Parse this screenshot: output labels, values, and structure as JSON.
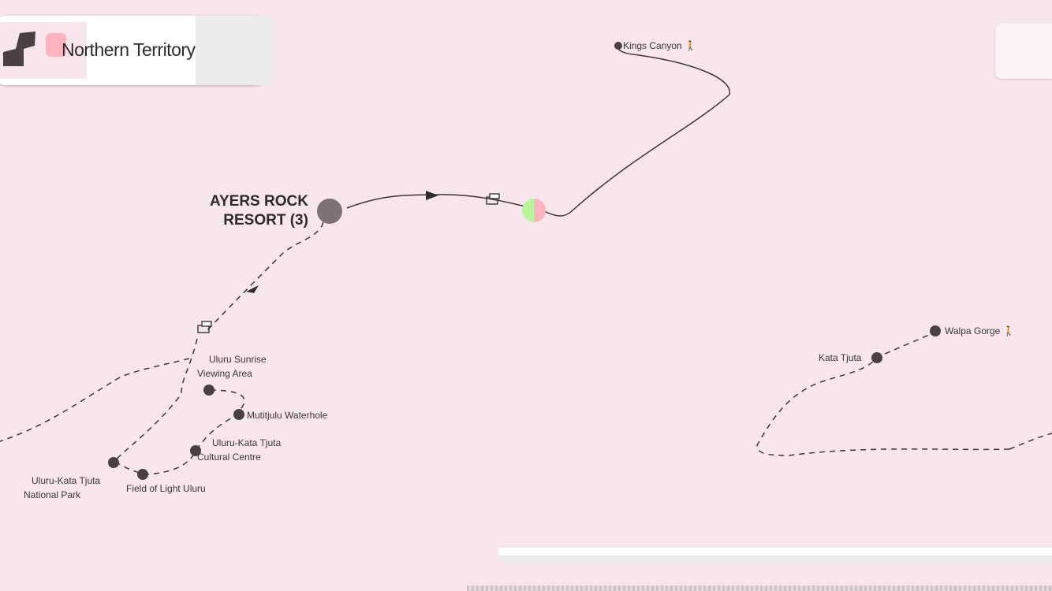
{
  "header": {
    "title": "Northern Territory"
  },
  "map": {
    "hub": {
      "label": "AYERS ROCK RESORT (3)"
    },
    "places": [
      {
        "name": "Kings Canyon",
        "icon": "hiking-icon"
      },
      {
        "name": "Uluru Sunrise Viewing Area"
      },
      {
        "name": "Mutitjulu Waterhole"
      },
      {
        "name": "Uluru-Kata Tjuta Cultural Centre"
      },
      {
        "name": "Field of Light Uluru"
      },
      {
        "name": "Uluru-Kata Tjuta National Park"
      },
      {
        "name": "Kata Tjuta"
      },
      {
        "name": "Walpa Gorge",
        "icon": "hiking-icon"
      }
    ],
    "labels": {
      "kings": "Kings Canyon",
      "sunrise1": "Uluru Sunrise",
      "sunrise2": "Viewing Area",
      "mutitjulu": "Mutitjulu Waterhole",
      "cultural1": "Uluru-Kata Tjuta",
      "cultural2": "Cultural Centre",
      "field": "Field of Light Uluru",
      "park1": "Uluru-Kata Tjuta",
      "park2": "National Park",
      "kata": "Kata Tjuta",
      "walpa": "Walpa Gorge",
      "hub1": "AYERS ROCK",
      "hub2": "RESORT (3)"
    },
    "colors": {
      "route": "#3f3539",
      "marker": "#4a3f44",
      "background": "#f7e6ec",
      "start": "#b8f59a",
      "end": "#ffb3bf"
    }
  }
}
